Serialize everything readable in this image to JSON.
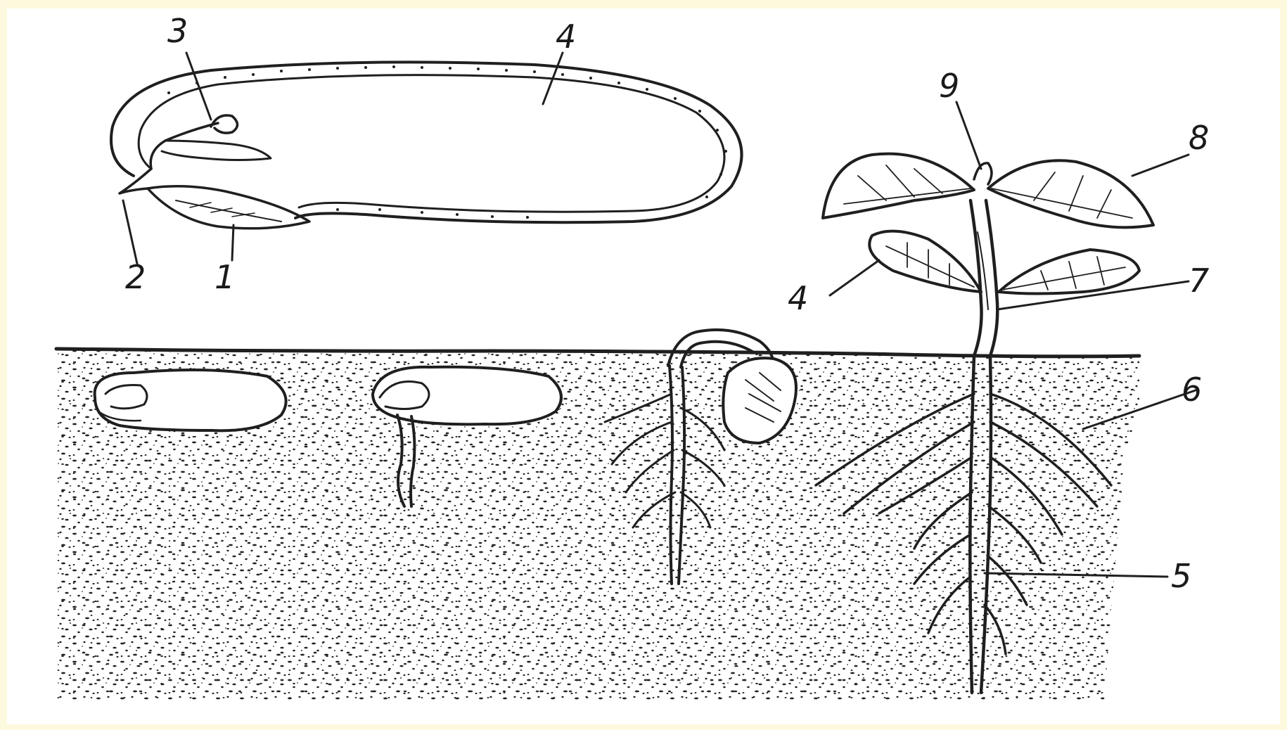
{
  "diagram": {
    "labels": [
      {
        "id": "label-3",
        "text": "3"
      },
      {
        "id": "label-4-seed",
        "text": "4"
      },
      {
        "id": "label-2",
        "text": "2"
      },
      {
        "id": "label-1",
        "text": "1"
      },
      {
        "id": "label-9",
        "text": "9"
      },
      {
        "id": "label-8",
        "text": "8"
      },
      {
        "id": "label-4-plant",
        "text": "4"
      },
      {
        "id": "label-7",
        "text": "7"
      },
      {
        "id": "label-6",
        "text": "6"
      },
      {
        "id": "label-5",
        "text": "5"
      }
    ]
  },
  "colors": {
    "frame": "#fdf9df",
    "background": "#ffffff",
    "ink": "#1f1f1f"
  }
}
